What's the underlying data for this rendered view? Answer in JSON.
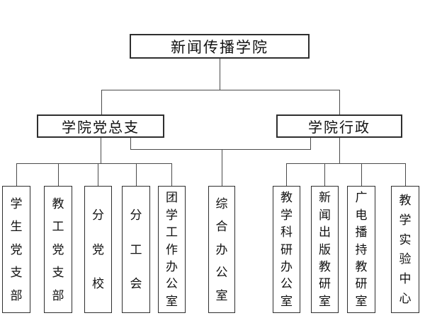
{
  "figure": {
    "type": "organization-chart",
    "title": "新闻传播学院"
  },
  "org": {
    "root": {
      "label": "新闻传播学院"
    },
    "branches": [
      {
        "label": "学院党总支",
        "children": [
          "学生党支部",
          "教工党支部",
          "分党校",
          "分工会",
          "团学工作办公室"
        ]
      },
      {
        "label": "学院行政",
        "children": [
          "教学科研办公室",
          "新闻出版教研室",
          "广电播持教研室",
          "教学实验中心"
        ]
      }
    ],
    "shared": {
      "label": "综合办公室"
    }
  },
  "colors": {
    "background": "#ffffff",
    "line": "#4a4a4a",
    "border": "#2e2e2e",
    "text": "#111111"
  }
}
